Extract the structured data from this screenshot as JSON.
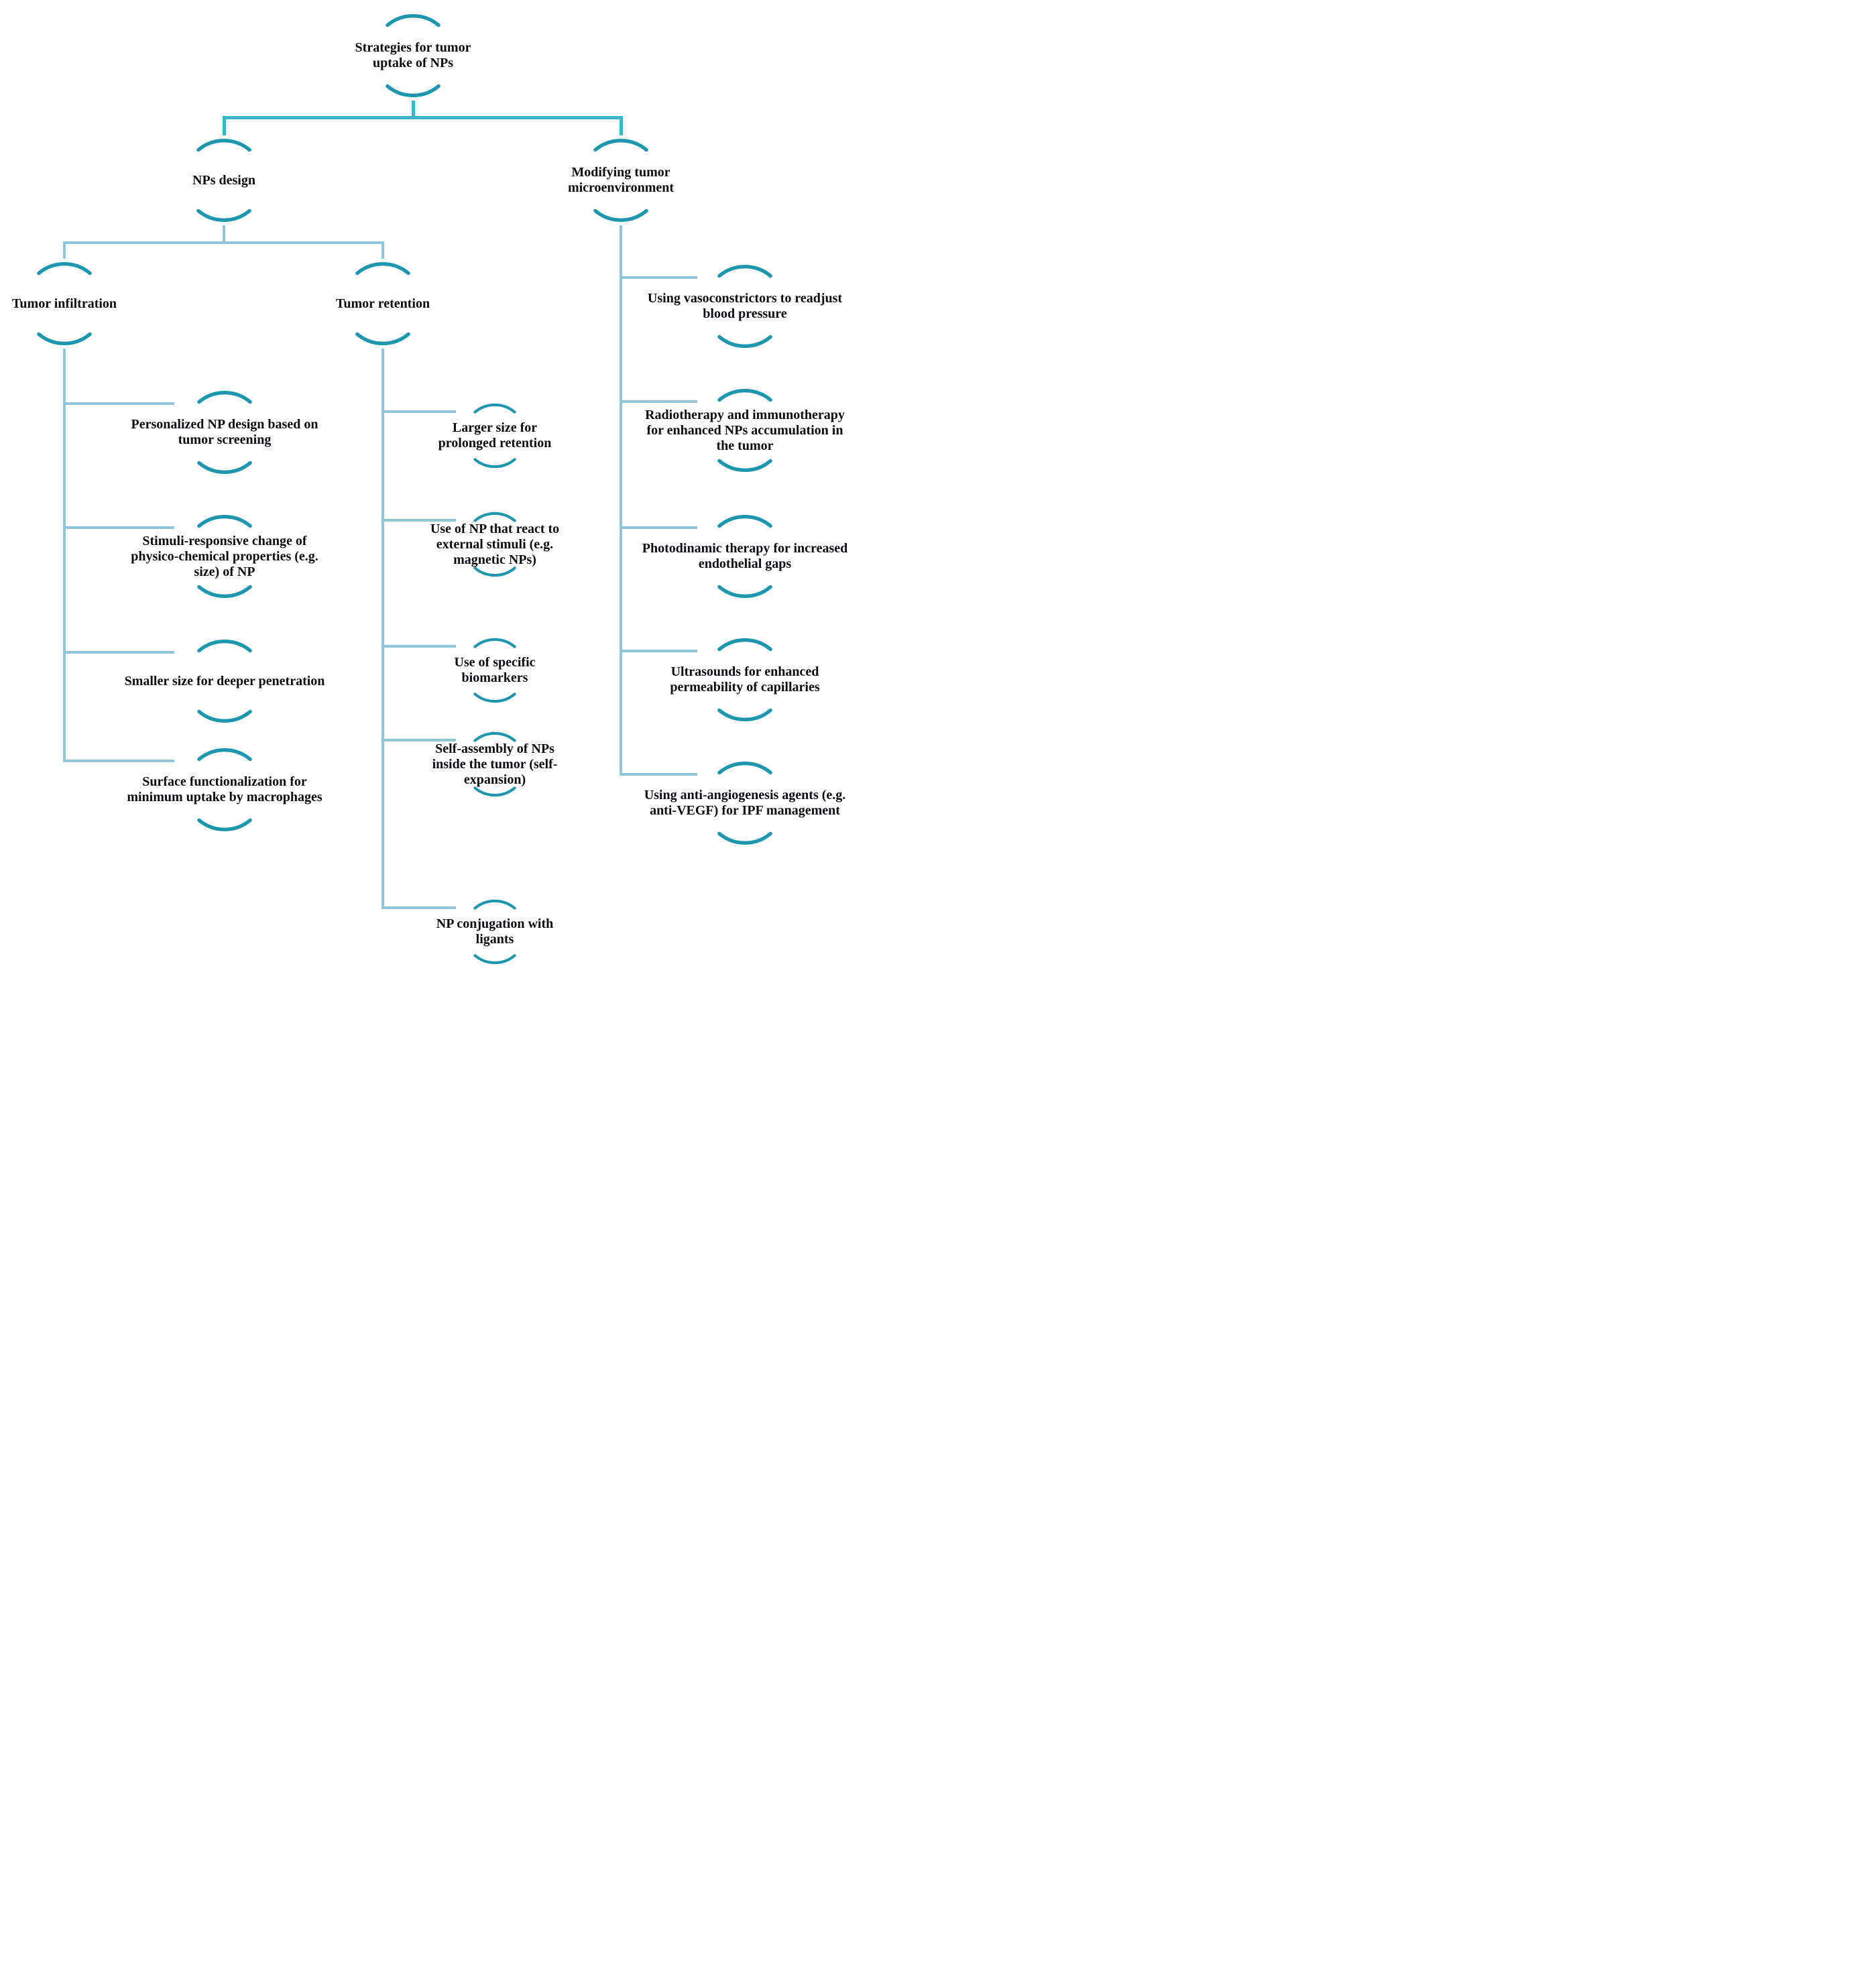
{
  "diagram_title": "Strategies for tumor uptake of NPs",
  "colors": {
    "node_arc": "#1e96ad",
    "connector_primary": "#3cb5cb",
    "connector_secondary": "#8fc7d9",
    "text": "#0c0c10",
    "bg": "#ffffff"
  },
  "nodes": {
    "root": "Strategies for tumor\nuptake of NPs",
    "nps_design": "NPs design",
    "modifying_tme": "Modifying tumor\nmicroenvironment",
    "tumor_infiltration": "Tumor infiltration",
    "tumor_retention": "Tumor retention",
    "infiltration": [
      "Personalized NP design based on\ntumor screening",
      "Stimuli-responsive change of\nphysico-chemical properties (e.g.\nsize) of NP",
      "Smaller size for deeper penetration",
      "Surface functionalization for\nminimum uptake by macrophages"
    ],
    "retention": [
      "Larger size for\nprolonged retention",
      "Use of NP that react to\nexternal stimuli (e.g.\nmagnetic NPs)",
      "Use of specific\nbiomarkers",
      "Self-assembly of NPs\ninside the tumor (self-\nexpansion)",
      "NP conjugation with\nligants"
    ],
    "microenvironment": [
      "Using vasoconstrictors to readjust\nblood pressure",
      "Radiotherapy and immunotherapy\nfor enhanced NPs accumulation in\nthe tumor",
      "Photodinamic therapy for increased\nendothelial gaps",
      "Ultrasounds for enhanced\npermeability of capillaries",
      "Using anti-angiogenesis agents (e.g.\nanti-VEGF) for IPF management"
    ]
  }
}
